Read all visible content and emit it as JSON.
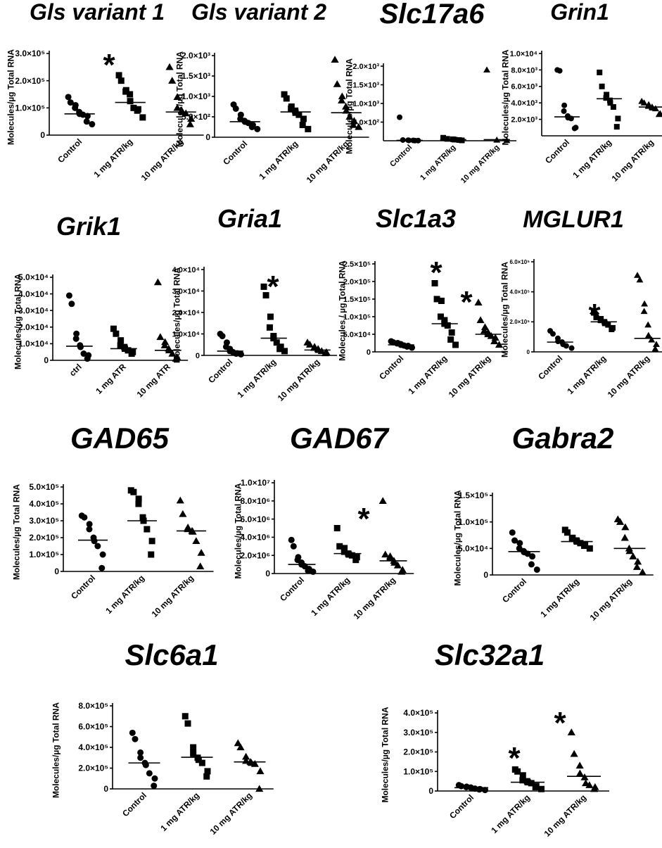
{
  "chart_data": [
    {
      "type": "scatter",
      "title": "Gls variant 1",
      "ylabel": "Molecules/µg Total RNA",
      "categories": [
        "Control",
        "1 mg ATR/kg",
        "10 mg ATR/kg"
      ],
      "yticks": [
        "0",
        "1.0×10⁵",
        "2.0×10⁵",
        "3.0×10⁵"
      ],
      "ylim": [
        0,
        300000
      ],
      "series": [
        {
          "marker": "circle",
          "values": [
            140000,
            120000,
            110000,
            100000,
            85000,
            78000,
            75000,
            70000,
            50000,
            40000
          ],
          "median": 78000
        },
        {
          "marker": "square",
          "values": [
            220000,
            200000,
            165000,
            160000,
            150000,
            125000,
            100000,
            95000,
            90000,
            65000
          ],
          "median": 120000
        },
        {
          "marker": "triangle",
          "values": [
            250000,
            200000,
            140000,
            100000,
            90000,
            85000,
            80000,
            60000,
            40000
          ],
          "median": 85000
        }
      ],
      "significant": [
        false,
        true,
        false
      ]
    },
    {
      "type": "scatter",
      "title": "Gls variant 2",
      "ylabel": "Molecules/µg Total RNA",
      "categories": [
        "Control",
        "1 mg ATR/kg",
        "10 mg ATR/kg"
      ],
      "yticks": [
        "0",
        "5.0×10²",
        "1.0×10³",
        "1.5×10³",
        "2.0×10³"
      ],
      "ylim": [
        0,
        2000
      ],
      "series": [
        {
          "marker": "circle",
          "values": [
            800,
            700,
            550,
            450,
            400,
            380,
            350,
            300,
            250,
            200
          ],
          "median": 380
        },
        {
          "marker": "square",
          "values": [
            1050,
            950,
            750,
            700,
            650,
            600,
            550,
            450,
            300,
            200
          ],
          "median": 620
        },
        {
          "marker": "triangle",
          "values": [
            1900,
            1300,
            1000,
            900,
            750,
            650,
            500,
            400,
            300,
            250
          ],
          "median": 600
        }
      ],
      "significant": [
        false,
        false,
        false
      ]
    },
    {
      "type": "scatter",
      "title": "Slc17a6",
      "ylabel": "Molecules/µg Total RNA",
      "categories": [
        "Control",
        "1 mg ATR/kg",
        "10 mg ATR/kg"
      ],
      "yticks": [
        "5.0×10²",
        "1.0×10³",
        "1.5×10³",
        "2.0×10³"
      ],
      "ylim": [
        0,
        2000
      ],
      "series": [
        {
          "marker": "circle",
          "values": [
            630,
            20,
            15,
            10,
            10,
            5,
            5
          ],
          "median": 10
        },
        {
          "marker": "square",
          "values": [
            80,
            50,
            40,
            30,
            20,
            10
          ],
          "median": 30
        },
        {
          "marker": "triangle",
          "values": [
            1900,
            20,
            10
          ],
          "median": 30
        }
      ],
      "significant": [
        false,
        false,
        false
      ]
    },
    {
      "type": "scatter",
      "title": "Grin1",
      "ylabel": "Molecules/µg Total RNA",
      "categories": [
        "Control",
        "1 mg ATR/kg",
        "10 mg ATR/kg"
      ],
      "yticks": [
        "2.0×10³",
        "4.0×10³",
        "6.0×10³",
        "8.0×10³",
        "1.0×10⁴"
      ],
      "ylim": [
        0,
        10000
      ],
      "series": [
        {
          "marker": "circle",
          "values": [
            8000,
            7900,
            3700,
            3000,
            2400,
            2200,
            2100,
            1000,
            900
          ],
          "median": 2300
        },
        {
          "marker": "square",
          "values": [
            7700,
            6000,
            5000,
            4600,
            4300,
            4000,
            3500,
            2100,
            1100
          ],
          "median": 4500
        },
        {
          "marker": "triangle",
          "values": [
            4200,
            4000,
            3800,
            3600,
            3500,
            3400,
            3300,
            2700,
            2600
          ],
          "median": 3500
        }
      ],
      "significant": [
        false,
        false,
        false
      ]
    },
    {
      "type": "scatter",
      "title": "Grik1",
      "ylabel": "Molecules/µg Total RNA",
      "categories": [
        "ctrl",
        "1 mg ATR",
        "10 mg ATR"
      ],
      "yticks": [
        "0",
        "1.0×10⁴",
        "2.0×10⁴",
        "3.0×10⁴",
        "4.0×10⁴",
        "5.0×10⁴"
      ],
      "ylim": [
        0,
        50000
      ],
      "series": [
        {
          "marker": "circle",
          "values": [
            39000,
            34000,
            16000,
            13000,
            9000,
            8000,
            4000,
            3000,
            1000
          ],
          "median": 8500
        },
        {
          "marker": "square",
          "values": [
            19000,
            16000,
            12000,
            9000,
            8000,
            7000,
            6000,
            5000,
            4000
          ],
          "median": 7000
        },
        {
          "marker": "triangle",
          "values": [
            47000,
            14000,
            11000,
            9000,
            7000,
            6000,
            4000,
            2000,
            1000
          ],
          "median": 6000
        }
      ],
      "significant": [
        false,
        false,
        false
      ]
    },
    {
      "type": "scatter",
      "title": "Gria1",
      "ylabel": "Molecules/µg Total RNA",
      "categories": [
        "Control",
        "1 mg ATR/kg",
        "10 mg ATR/kg"
      ],
      "yticks": [
        "0",
        "1.0×10⁴",
        "2.0×10⁴",
        "3.0×10⁴",
        "4.0×10⁴"
      ],
      "ylim": [
        0,
        40000
      ],
      "series": [
        {
          "marker": "circle",
          "values": [
            10000,
            9000,
            6000,
            4000,
            3000,
            2000,
            1500,
            1000,
            800,
            500
          ],
          "median": 2000
        },
        {
          "marker": "square",
          "values": [
            32000,
            28000,
            18000,
            13000,
            9000,
            8000,
            6000,
            4000,
            3000,
            2000
          ],
          "median": 8000
        },
        {
          "marker": "triangle",
          "values": [
            6000,
            5000,
            4000,
            3500,
            3000,
            2500,
            2000,
            1500,
            1000
          ],
          "median": 2500
        }
      ],
      "significant": [
        false,
        true,
        false
      ]
    },
    {
      "type": "scatter",
      "title": "Slc1a3",
      "ylabel": "Molecules / µg Total RNA",
      "categories": [
        "Control",
        "1 mg ATR/kg",
        "10 mg ATR/kg"
      ],
      "yticks": [
        "0",
        "5.0×10⁴",
        "1.0×10⁵",
        "1.5×10⁵",
        "2.0×10⁵",
        "2.5×10⁵"
      ],
      "ylim": [
        0,
        250000
      ],
      "series": [
        {
          "marker": "circle",
          "values": [
            30000,
            27000,
            25000,
            24000,
            22000,
            20000,
            18000,
            17000,
            15000,
            12000
          ],
          "median": 20000
        },
        {
          "marker": "square",
          "values": [
            195000,
            150000,
            145000,
            100000,
            90000,
            80000,
            75000,
            55000,
            35000,
            20000
          ],
          "median": 80000
        },
        {
          "marker": "triangle",
          "values": [
            140000,
            90000,
            70000,
            60000,
            55000,
            50000,
            45000,
            40000,
            30000,
            20000
          ],
          "median": 50000
        }
      ],
      "significant": [
        false,
        true,
        true
      ]
    },
    {
      "type": "scatter",
      "title": "MGLUR1",
      "ylabel": "Molecules/µg Total RNA",
      "categories": [
        "Control",
        "1 mg ATR/kg",
        "10 mg ATR/kg"
      ],
      "yticks": [
        "0",
        "2.0×10⁵",
        "4.0×10⁵",
        "6.0×10⁵"
      ],
      "ylim": [
        0,
        600000
      ],
      "series": [
        {
          "marker": "circle",
          "values": [
            140000,
            120000,
            90000,
            70000,
            65000,
            50000,
            40000,
            25000
          ],
          "median": 65000
        },
        {
          "marker": "square",
          "values": [
            260000,
            230000,
            220000,
            210000,
            200000,
            190000,
            180000,
            160000,
            150000
          ],
          "median": 200000
        },
        {
          "marker": "triangle",
          "values": [
            510000,
            480000,
            320000,
            270000,
            180000,
            110000,
            80000,
            50000,
            20000
          ],
          "median": 90000
        }
      ],
      "significant": [
        false,
        true,
        false
      ]
    },
    {
      "type": "scatter",
      "title": "GAD65",
      "ylabel": "Molecules/µg Total RNA",
      "categories": [
        "Control",
        "1 mg ATR/kg",
        "10 mg ATR/kg"
      ],
      "yticks": [
        "0",
        "1.0×10⁵",
        "2.0×10⁵",
        "3.0×10⁵",
        "4.0×10⁵",
        "5.0×10⁵"
      ],
      "ylim": [
        0,
        500000
      ],
      "series": [
        {
          "marker": "circle",
          "values": [
            330000,
            320000,
            280000,
            250000,
            200000,
            180000,
            150000,
            100000,
            20000
          ],
          "median": 185000
        },
        {
          "marker": "square",
          "values": [
            480000,
            470000,
            430000,
            400000,
            320000,
            300000,
            250000,
            180000,
            100000
          ],
          "median": 300000
        },
        {
          "marker": "triangle",
          "values": [
            420000,
            340000,
            260000,
            250000,
            240000,
            235000,
            180000,
            110000,
            30000
          ],
          "median": 240000
        }
      ],
      "significant": [
        false,
        false,
        false
      ]
    },
    {
      "type": "scatter",
      "title": "GAD67",
      "ylabel": "Molecules/µg Total RNA",
      "categories": [
        "Control",
        "1 mg ATR/kg",
        "10 mg ATR/kg"
      ],
      "yticks": [
        "0",
        "2.0×10⁶",
        "4.0×10⁶",
        "6.0×10⁶",
        "8.0×10⁶",
        "1.0×10⁷"
      ],
      "ylim": [
        0,
        10000000
      ],
      "series": [
        {
          "marker": "circle",
          "values": [
            3700000,
            3000000,
            1800000,
            1500000,
            1200000,
            1000000,
            800000,
            500000,
            300000,
            200000
          ],
          "median": 1000000
        },
        {
          "marker": "square",
          "values": [
            5000000,
            3000000,
            2800000,
            2400000,
            2200000,
            2100000,
            2000000,
            1800000,
            1500000
          ],
          "median": 2200000
        },
        {
          "marker": "triangle",
          "values": [
            8000000,
            2100000,
            1900000,
            1700000,
            1400000,
            1200000,
            900000,
            400000,
            200000
          ],
          "median": 1400000
        }
      ],
      "significant": [
        false,
        true,
        false
      ]
    },
    {
      "type": "scatter",
      "title": "Gabra2",
      "ylabel": "Molecules/µg Total RNA",
      "categories": [
        "Control",
        "1 mg ATR/kg",
        "10 mg ATR/kg"
      ],
      "yticks": [
        "0",
        "5.0×10⁴",
        "1.0×10⁵",
        "1.5×10⁵"
      ],
      "ylim": [
        0,
        150000
      ],
      "series": [
        {
          "marker": "circle",
          "values": [
            80000,
            65000,
            60000,
            50000,
            45000,
            43000,
            40000,
            35000,
            20000,
            10000
          ],
          "median": 44000
        },
        {
          "marker": "square",
          "values": [
            85000,
            80000,
            70000,
            68000,
            65000,
            63000,
            60000,
            58000,
            55000,
            50000
          ],
          "median": 63000
        },
        {
          "marker": "triangle",
          "values": [
            105000,
            100000,
            90000,
            70000,
            50000,
            45000,
            35000,
            25000,
            15000,
            5000
          ],
          "median": 50000
        }
      ],
      "significant": [
        false,
        false,
        false
      ]
    },
    {
      "type": "scatter",
      "title": "Slc6a1",
      "ylabel": "Molecules/µg Total RNA",
      "categories": [
        "Control",
        "1 mg ATR/kg",
        "10 mg ATR/kg"
      ],
      "yticks": [
        "0",
        "2.0×10⁵",
        "4.0×10⁵",
        "6.0×10⁵",
        "8.0×10⁵"
      ],
      "ylim": [
        0,
        800000
      ],
      "series": [
        {
          "marker": "circle",
          "values": [
            540000,
            480000,
            350000,
            300000,
            250000,
            230000,
            150000,
            100000,
            30000
          ],
          "median": 250000
        },
        {
          "marker": "square",
          "values": [
            700000,
            630000,
            400000,
            340000,
            300000,
            280000,
            250000,
            170000,
            120000
          ],
          "median": 305000
        },
        {
          "marker": "triangle",
          "values": [
            440000,
            400000,
            310000,
            270000,
            260000,
            250000,
            240000,
            170000,
            0
          ],
          "median": 260000
        }
      ],
      "significant": [
        false,
        false,
        false
      ]
    },
    {
      "type": "scatter",
      "title": "Slc32a1",
      "ylabel": "Molecules/µg Total RNA",
      "categories": [
        "Control",
        "1 mg ATR/kg",
        "10 mg ATR/kg"
      ],
      "yticks": [
        "0",
        "1.0×10⁵",
        "2.0×10⁵",
        "3.0×10⁵",
        "4.0×10⁵"
      ],
      "ylim": [
        0,
        400000
      ],
      "series": [
        {
          "marker": "circle",
          "values": [
            30000,
            25000,
            22000,
            20000,
            18000,
            15000,
            12000,
            10000,
            8000,
            5000
          ],
          "median": 17000
        },
        {
          "marker": "square",
          "values": [
            110000,
            100000,
            80000,
            55000,
            50000,
            45000,
            40000,
            25000,
            20000,
            10000
          ],
          "median": 45000
        },
        {
          "marker": "triangle",
          "values": [
            300000,
            190000,
            130000,
            90000,
            70000,
            40000,
            30000,
            20000,
            10000
          ],
          "median": 75000
        }
      ],
      "significant": [
        false,
        true,
        true
      ]
    }
  ]
}
